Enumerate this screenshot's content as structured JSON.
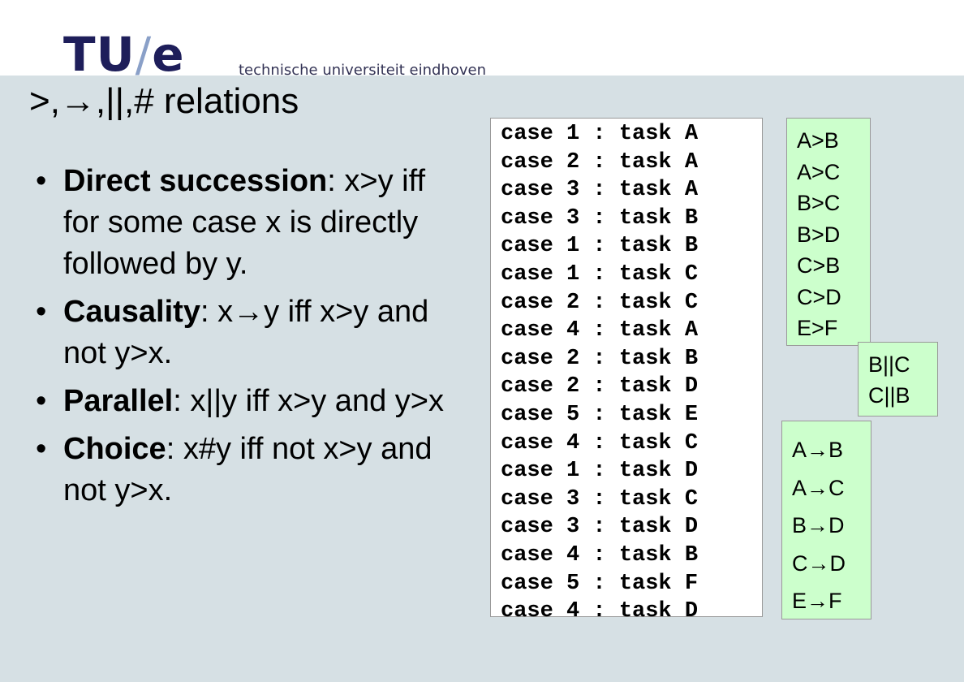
{
  "header": {
    "logo_tu": "TU",
    "logo_slash": "/",
    "logo_e": "e",
    "tagline": "technische universiteit eindhoven"
  },
  "slide": {
    "title": ">,→,||,# relations",
    "bullets": [
      {
        "term": "Direct succession",
        "text": ": x>y iff for some case x is directly followed by y."
      },
      {
        "term": "Causality",
        "text": ": x→y iff x>y and not y>x."
      },
      {
        "term": "Parallel",
        "text": ": x||y iff x>y and y>x"
      },
      {
        "term": "Choice",
        "text": ": x#y iff not x>y and not y>x."
      }
    ]
  },
  "event_log": [
    "case 1 : task A",
    "case 2 : task A",
    "case 3 : task A",
    "case 3 : task B",
    "case 1 : task B",
    "case 1 : task C",
    "case 2 : task C",
    "case 4 : task A",
    "case 2 : task B",
    "case 2 : task D",
    "case 5 : task E",
    "case 4 : task C",
    "case 1 : task D",
    "case 3 : task C",
    "case 3 : task D",
    "case 4 : task B",
    "case 5 : task F",
    "case 4 : task D"
  ],
  "succession_relations": [
    "A>B",
    "A>C",
    "B>C",
    "B>D",
    "C>B",
    "C>D",
    "E>F"
  ],
  "parallel_relations": [
    "B||C",
    "C||B"
  ],
  "causal_relations": [
    "A→B",
    "A→C",
    "B→D",
    "C→D",
    "E→F"
  ],
  "colors": {
    "slide_background": "#d6e0e4",
    "relation_box": "#ccffcc",
    "logo": "#1e1e5a"
  }
}
